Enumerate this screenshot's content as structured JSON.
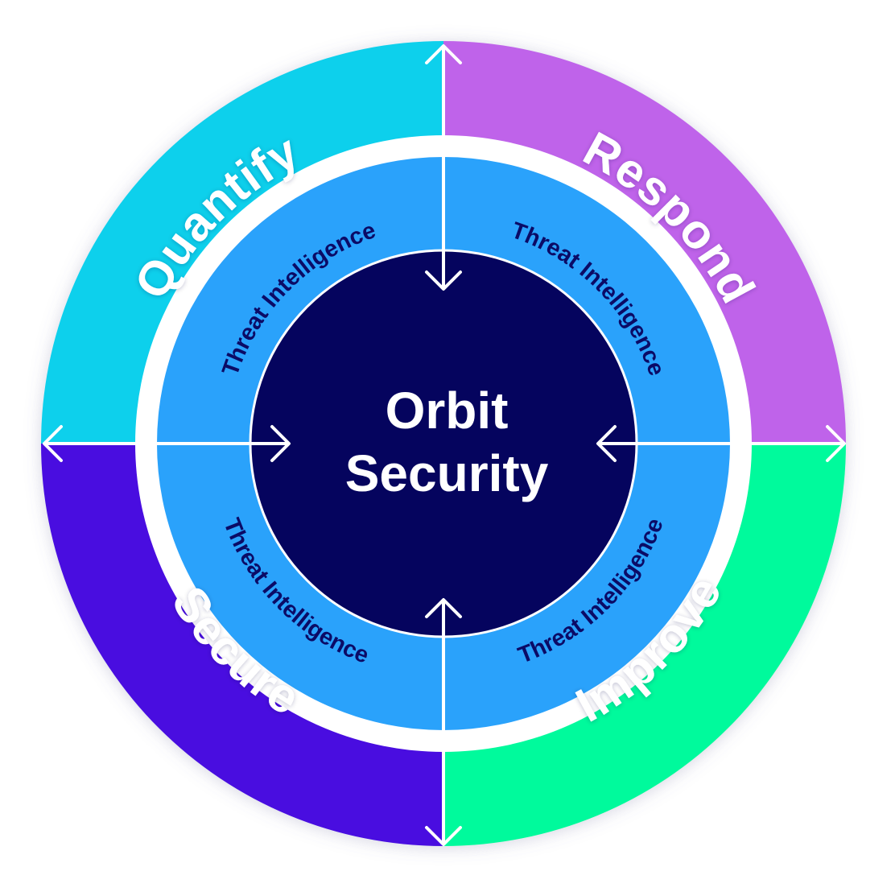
{
  "center": {
    "line1": "Orbit",
    "line2": "Security",
    "color": "#05045e"
  },
  "outer_ring": [
    {
      "label": "Quantify",
      "color": "#10d0ec"
    },
    {
      "label": "Respond",
      "color": "#bf63ea"
    },
    {
      "label": "Improve",
      "color": "#05fa9c"
    },
    {
      "label": "Secure",
      "color": "#4a10e0"
    }
  ],
  "inner_ring": {
    "color": "#2aa2fb",
    "text_color": "#0b0b66",
    "labels": [
      {
        "text": "Threat Intelligence"
      },
      {
        "text": "Threat Intelligence"
      },
      {
        "text": "Threat Intelligence"
      },
      {
        "text": "Threat Intelligence"
      }
    ]
  },
  "gap_color": "#ffffff"
}
